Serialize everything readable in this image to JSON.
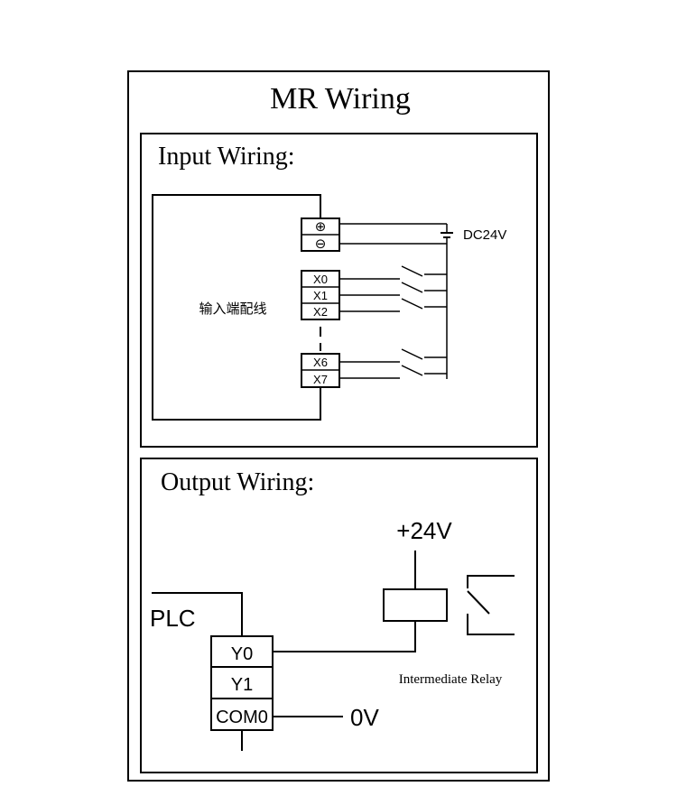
{
  "title": "MR Wiring",
  "input_section": {
    "heading": "Input Wiring:",
    "block_label": "输入端配线",
    "plus_symbol": "⊕",
    "minus_symbol": "⊖",
    "supply_label": "DC24V",
    "terminals": [
      "X0",
      "X1",
      "X2",
      "X6",
      "X7"
    ]
  },
  "output_section": {
    "heading": "Output Wiring:",
    "plc_label": "PLC",
    "supply_label": "+24V",
    "terminals": [
      "Y0",
      "Y1",
      "COM0"
    ],
    "ground_label": "0V",
    "relay_label": "Intermediate Relay"
  }
}
